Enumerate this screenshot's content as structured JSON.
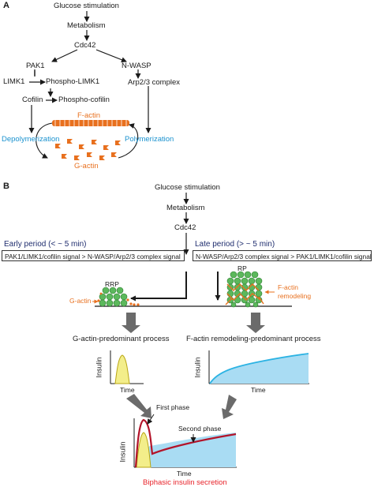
{
  "panel_a": {
    "letter": "A",
    "nodes": {
      "glucose": "Glucose stimulation",
      "metabolism": "Metabolism",
      "cdc42": "Cdc42",
      "pak1": "PAK1",
      "nwasp": "N-WASP",
      "limk1": "LIMK1",
      "phospho_limk1": "Phospho-LIMK1",
      "arp23": "Arp2/3 complex",
      "cofilin": "Cofilin",
      "phospho_cofilin": "Phospho-cofilin"
    },
    "factin": "F-actin",
    "gactin": "G-actin",
    "depolymerization": "Depolymerization",
    "polymerization": "Polymerization"
  },
  "panel_b": {
    "letter": "B",
    "glucose": "Glucose stimulation",
    "metabolism": "Metabolism",
    "cdc42": "Cdc42",
    "early_period": "Early period (< ~ 5 min)",
    "late_period": "Late period (> ~ 5 min)",
    "early_signal": "PAK1/LIMK1/cofilin signal > N-WASP/Arp2/3 complex signal",
    "late_signal": "N-WASP/Arp2/3 complex signal > PAK1/LIMK1/cofilin signal",
    "rrp": "RRP",
    "rp": "RP",
    "gactin_label": "G-actin",
    "factin_remodeling": [
      "F-actin",
      "remodeling"
    ],
    "left_process": "G-actin-predominant process",
    "right_process": "F-actin remodeling-predominant process",
    "axis_insulin": "Insulin",
    "axis_time": "Time",
    "first_phase": "First phase",
    "second_phase": "Second phase",
    "biphasic": "Biphasic insulin secretion"
  },
  "colors": {
    "orange": "#e8701e",
    "blue": "#1b92cf",
    "navy": "#1f2d6e",
    "red": "#e8232a",
    "green": "#5cb85c",
    "yellow": "#f3ee8a",
    "light_blue": "#a9dcf3",
    "cyan_line": "#2cb3e3",
    "dark_red": "#b3142a",
    "gray_arrow": "#6b6b6b"
  }
}
